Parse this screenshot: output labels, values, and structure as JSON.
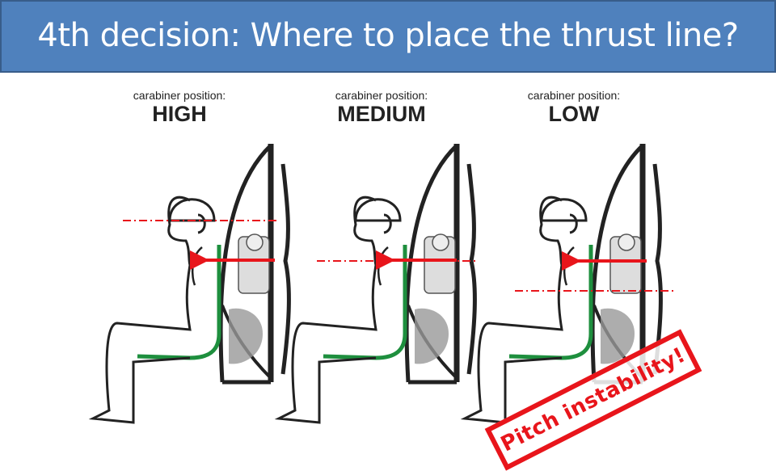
{
  "header": {
    "title": "4th decision: Where to place the thrust line?"
  },
  "panels": [
    {
      "caption": "carabiner position:",
      "position": "HIGH",
      "thrust_line": "above-carabiner"
    },
    {
      "caption": "carabiner position:",
      "position": "MEDIUM",
      "thrust_line": "at-carabiner"
    },
    {
      "caption": "carabiner position:",
      "position": "LOW",
      "thrust_line": "below-thrust"
    }
  ],
  "warning": {
    "text": "Pitch instability!"
  },
  "colors": {
    "header_bg": "#4f81bd",
    "header_border": "#385d8a",
    "thrust_arrow": "#e8151b",
    "seat": "#1e8f3e",
    "frame": "#222222",
    "warning": "#e8151b"
  }
}
